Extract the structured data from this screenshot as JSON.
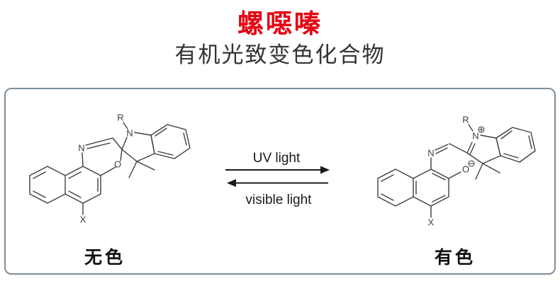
{
  "header": {
    "title": "螺噁嗪",
    "subtitle": "有机光致变色化合物"
  },
  "reaction": {
    "forward_label": "UV light",
    "reverse_label": "visible light"
  },
  "states": {
    "left": "无色",
    "right": "有色"
  },
  "atoms": {
    "nitrogen": "N",
    "oxygen": "O",
    "r_group": "R",
    "x_group": "X"
  },
  "colors": {
    "title_red": "#e60012",
    "text_dark": "#333333",
    "bond_gray": "#3f3f3f",
    "panel_border": "#7e8c9a"
  }
}
